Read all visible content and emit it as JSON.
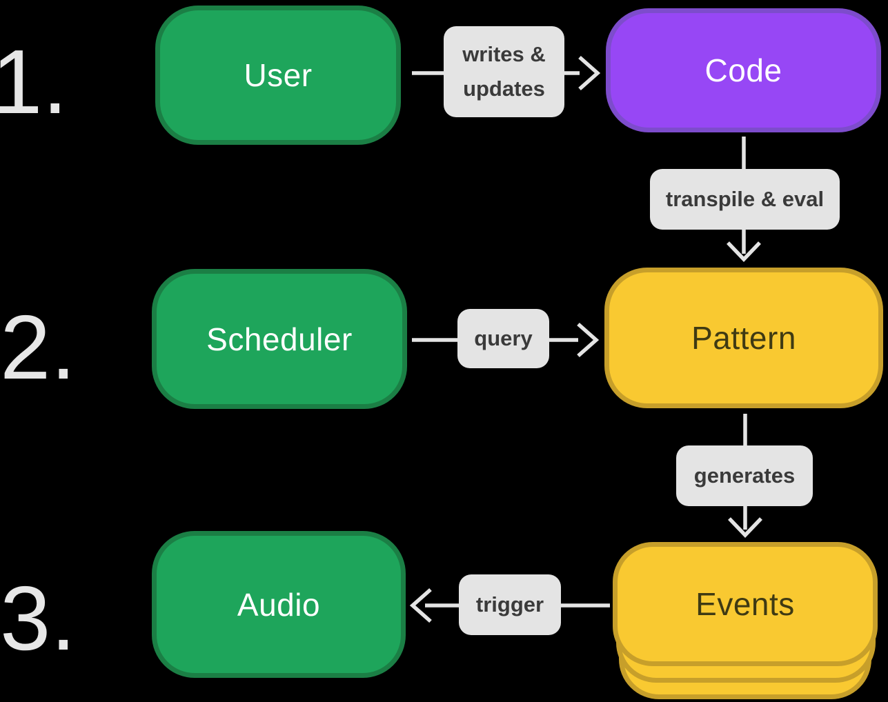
{
  "steps": {
    "one": "1.",
    "two": "2.",
    "three": "3."
  },
  "nodes": {
    "user": {
      "label": "User"
    },
    "code": {
      "label": "Code"
    },
    "scheduler": {
      "label": "Scheduler"
    },
    "pattern": {
      "label": "Pattern"
    },
    "audio": {
      "label": "Audio"
    },
    "events": {
      "label": "Events"
    }
  },
  "edges": {
    "writes_updates": {
      "label": "writes & updates"
    },
    "transpile_eval": {
      "label": "transpile & eval"
    },
    "query": {
      "label": "query"
    },
    "generates": {
      "label": "generates"
    },
    "trigger": {
      "label": "trigger"
    }
  },
  "theme": {
    "background": "#000000",
    "node_green": "#1ea55b",
    "node_green_border": "#1b7f45",
    "node_purple": "#9747f5",
    "node_purple_border": "#7d4ccc",
    "node_yellow": "#f9c931",
    "node_yellow_border": "#c79f2a",
    "node_text_light": "#ffffff",
    "node_text_dark": "#3f3a13",
    "edge_label_bg": "#e4e4e4",
    "edge_label_text": "#3a3a3a",
    "arrow": "#e4e4e4",
    "step_number": "#e7e7e7"
  }
}
